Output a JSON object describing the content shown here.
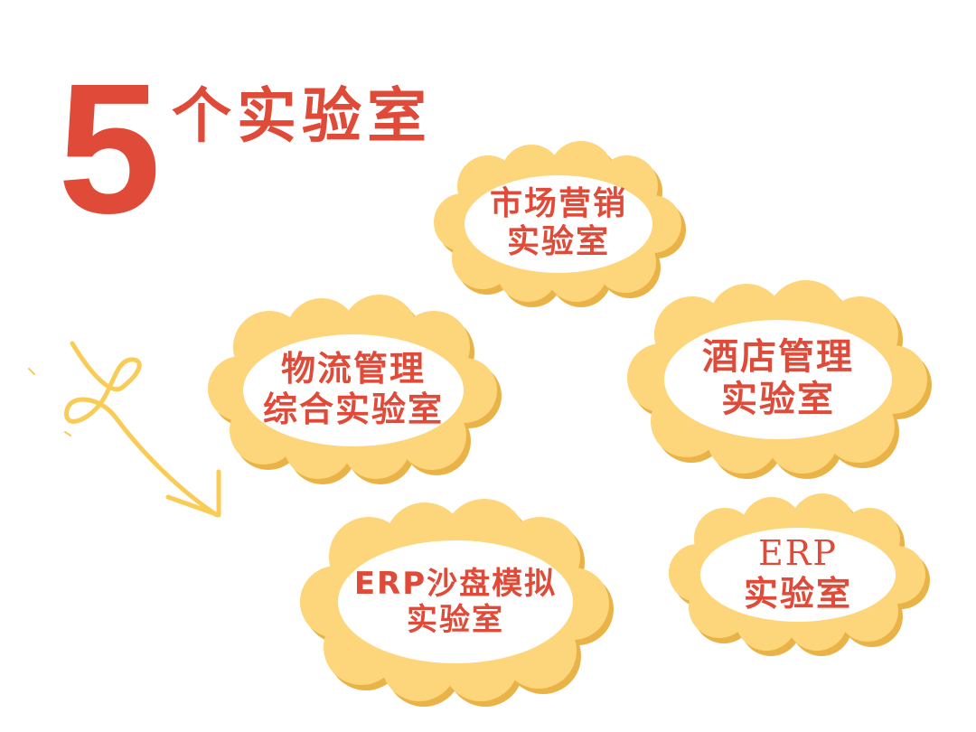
{
  "title": {
    "number": "5",
    "text": "个实验室"
  },
  "labs": [
    {
      "line1": "市场营销",
      "line2": "实验室"
    },
    {
      "line1": "物流管理",
      "line2": "综合实验室"
    },
    {
      "line1": "酒店管理",
      "line2": "实验室"
    },
    {
      "line1": "ERP沙盘模拟",
      "line2": "实验室"
    },
    {
      "line1": "ERP",
      "line2": "实验室"
    }
  ],
  "colors": {
    "accent_red": "#e04a38",
    "cloud_fill": "#fdd57a",
    "cloud_shadow": "#e9b348",
    "arrow": "#f8cc56"
  },
  "decoration": {
    "arrow_icon": "hand-drawn-loop-arrow-icon"
  }
}
